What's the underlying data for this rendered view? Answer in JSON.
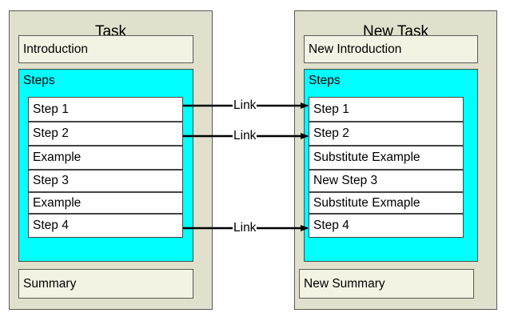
{
  "left": {
    "title": "Task",
    "introduction": "Introduction",
    "steps_label": "Steps",
    "rows": [
      "Step 1",
      "Step 2",
      "Example",
      "Step 3",
      "Example",
      "Step 4"
    ],
    "summary": "Summary"
  },
  "right": {
    "title": "New Task",
    "introduction": "New Introduction",
    "steps_label": "Steps",
    "rows": [
      "Step 1",
      "Step 2",
      "Substitute Example",
      "New Step 3",
      "Substitute Exmaple",
      "Step 4"
    ],
    "summary": "New Summary"
  },
  "links": [
    "Link",
    "Link",
    "Link"
  ],
  "colors": {
    "panel": "#e0e0cc",
    "steps": "#00ffff",
    "box": "#f3f3e4",
    "border": "#5a5a5a"
  }
}
